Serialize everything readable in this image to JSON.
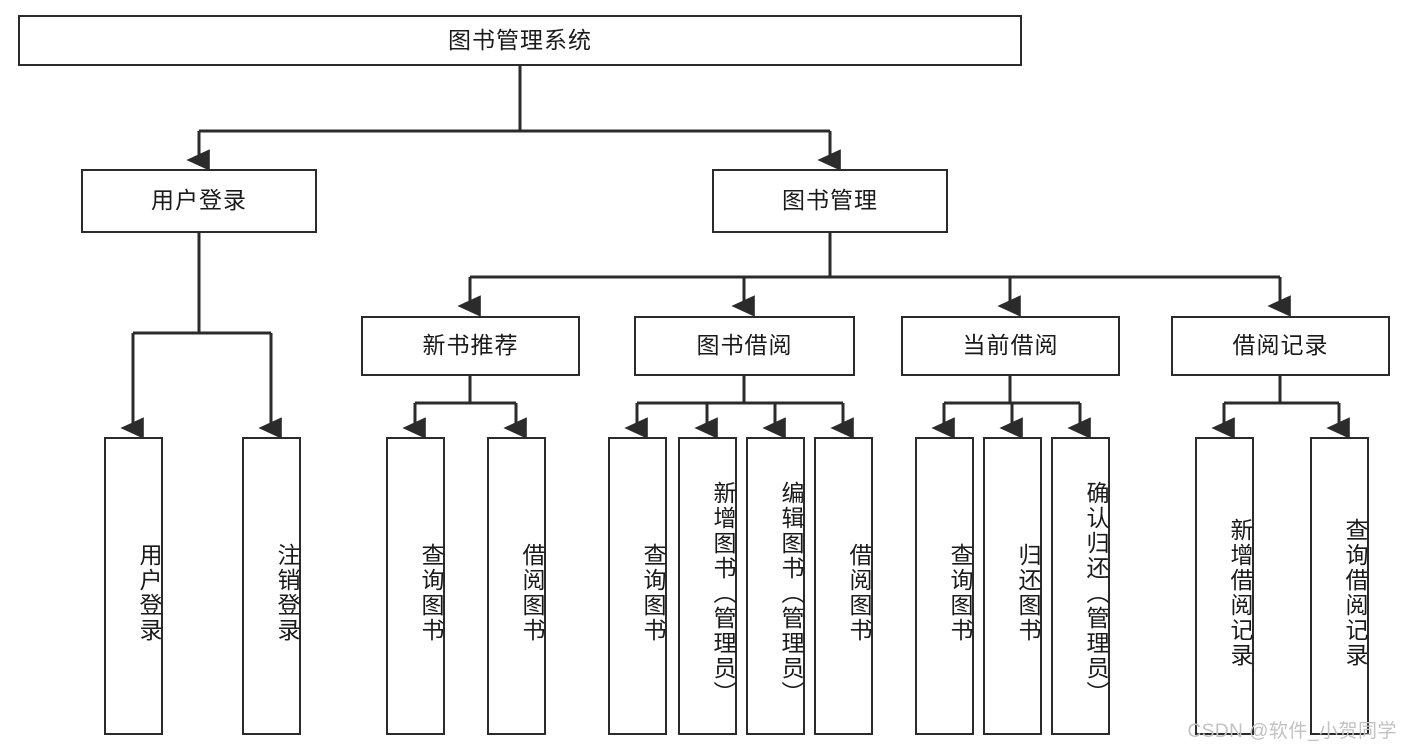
{
  "diagram": {
    "title": "图书管理系统",
    "watermark": "CSDN @软件_小贺同学",
    "type": "tree-hierarchy",
    "line_color": "#2b2b2b",
    "background_color": "#ffffff",
    "text_color": "#1a1a1a",
    "levels": [
      {
        "level": 1,
        "nodes": [
          {
            "id": "root",
            "label": "图书管理系统",
            "orientation": "horizontal"
          }
        ]
      },
      {
        "level": 2,
        "nodes": [
          {
            "id": "user-login",
            "label": "用户登录",
            "orientation": "horizontal",
            "parent": "root"
          },
          {
            "id": "book-manage",
            "label": "图书管理",
            "orientation": "horizontal",
            "parent": "root"
          }
        ]
      },
      {
        "level": 3,
        "nodes": [
          {
            "id": "new-book-rec",
            "label": "新书推荐",
            "orientation": "horizontal",
            "parent": "book-manage"
          },
          {
            "id": "book-borrow",
            "label": "图书借阅",
            "orientation": "horizontal",
            "parent": "book-manage"
          },
          {
            "id": "current-borrow",
            "label": "当前借阅",
            "orientation": "horizontal",
            "parent": "book-manage"
          },
          {
            "id": "borrow-record",
            "label": "借阅记录",
            "orientation": "horizontal",
            "parent": "book-manage"
          }
        ]
      },
      {
        "level": 4,
        "nodes": [
          {
            "id": "leaf-user-login",
            "label": "用户登录",
            "orientation": "vertical",
            "parent": "user-login"
          },
          {
            "id": "leaf-user-logout",
            "label": "注销登录",
            "orientation": "vertical",
            "parent": "user-login"
          },
          {
            "id": "leaf-rec-query",
            "label": "查询图书",
            "orientation": "vertical",
            "parent": "new-book-rec"
          },
          {
            "id": "leaf-rec-borrow",
            "label": "借阅图书",
            "orientation": "vertical",
            "parent": "new-book-rec"
          },
          {
            "id": "leaf-borrow-query",
            "label": "查询图书",
            "orientation": "vertical",
            "parent": "book-borrow"
          },
          {
            "id": "leaf-borrow-add",
            "label": "新增图书（管理员）",
            "orientation": "vertical",
            "parent": "book-borrow"
          },
          {
            "id": "leaf-borrow-edit",
            "label": "编辑图书（管理员）",
            "orientation": "vertical",
            "parent": "book-borrow"
          },
          {
            "id": "leaf-borrow-borrow",
            "label": "借阅图书",
            "orientation": "vertical",
            "parent": "book-borrow"
          },
          {
            "id": "leaf-cur-query",
            "label": "查询图书",
            "orientation": "vertical",
            "parent": "current-borrow"
          },
          {
            "id": "leaf-cur-return",
            "label": "归还图书",
            "orientation": "vertical",
            "parent": "current-borrow"
          },
          {
            "id": "leaf-cur-confirm",
            "label": "确认归还（管理员）",
            "orientation": "vertical",
            "parent": "current-borrow"
          },
          {
            "id": "leaf-rec-add",
            "label": "新增借阅记录",
            "orientation": "vertical",
            "parent": "borrow-record"
          },
          {
            "id": "leaf-rec-query2",
            "label": "查询借阅记录",
            "orientation": "vertical",
            "parent": "borrow-record"
          }
        ]
      }
    ]
  }
}
